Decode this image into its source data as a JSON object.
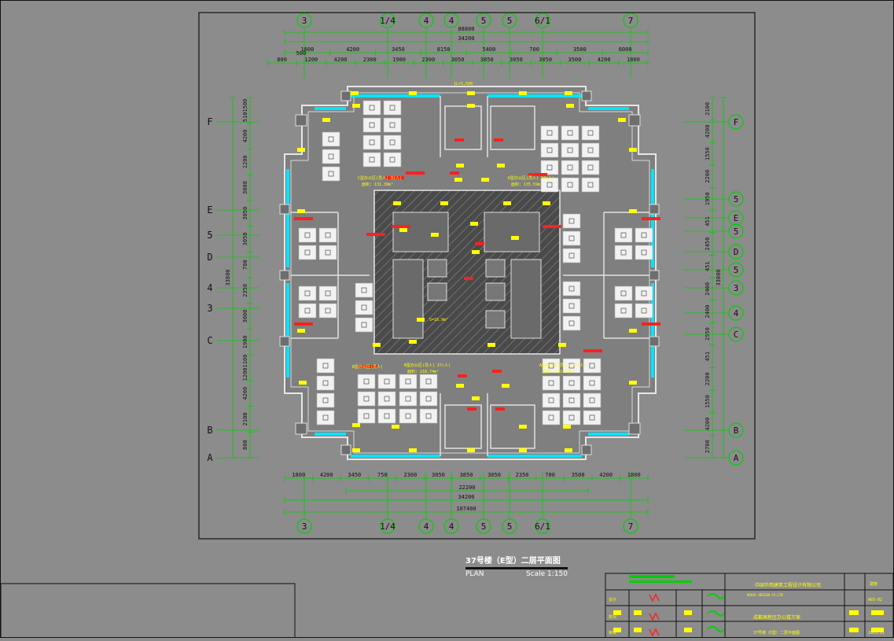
{
  "drawing": {
    "title": "37号楼（E型）二层平面图",
    "subtitle": "PLAN",
    "scale": "Scale 1:150"
  },
  "colors": {
    "background": "#8c8c8c",
    "frame": "#111111",
    "axis_green": "#00d000",
    "wall": "#e6e6e6",
    "glazing": "#00e5ff",
    "furniture": "#f2f2f2",
    "tag_yellow": "#ffff00",
    "tag_red": "#ff0000",
    "core_hatch": "#555555"
  },
  "grid": {
    "columns": [
      "3",
      "1/4",
      "4",
      "4",
      "5",
      "5",
      "6/1",
      "7"
    ],
    "rows_left": [
      "F",
      "E",
      "5",
      "D",
      "4",
      "3",
      "C",
      "B",
      "A"
    ],
    "rows_right": [
      "F",
      "5",
      "E",
      "5",
      "D",
      "5",
      "3",
      "4",
      "C",
      "B",
      "A"
    ]
  },
  "dimensions": {
    "top_total": "88800",
    "top_overall": "34200",
    "top_row1": [
      "1800",
      "4200",
      "3450",
      "8150",
      "5400",
      "700",
      "3500",
      "6000"
    ],
    "top_row2": [
      "800",
      "1200",
      "4200",
      "2300",
      "1900",
      "2300",
      "3050",
      "3850",
      "3050",
      "3050",
      "3500",
      "4200",
      "1800"
    ],
    "top_small": "500",
    "bottom_row1": [
      "1800",
      "4200",
      "3450",
      "750",
      "2300",
      "3050",
      "3850",
      "3050",
      "2350",
      "700",
      "3500",
      "4200",
      "1800"
    ],
    "bottom_inner": "22200",
    "bottom_overall": "34200",
    "bottom_total": "107400",
    "left_segments": [
      "5101500",
      "4200",
      "1200",
      "3000",
      "3050",
      "3050",
      "700",
      "2350",
      "3000",
      "1900",
      "12001100",
      "4200",
      "2100",
      "800"
    ],
    "left_total": "33800",
    "right_segments": [
      "2100",
      "4200",
      "1550",
      "2200",
      "1950",
      "451",
      "2450",
      "451",
      "2400",
      "2400",
      "2550",
      "451",
      "2200",
      "1550",
      "4200",
      "2700"
    ],
    "right_total": "33800"
  },
  "floor_labels": {
    "office_nw": "C型办公区(员人) 9(人)",
    "office_ne": "D型办公区(员人) 18(人)",
    "office_sw": "B型办公区(员人)",
    "office_s": "B型办公区(员人) 27(人)",
    "office_se": "A型办公区(员人) 21(人)",
    "area_nw": "面积: 131.39m²",
    "area_ne": "面积: 135.59m²",
    "area_s": "面积: 218.74m²",
    "area_se": "面积: 103.37m²",
    "stair_tag": "1L=1,500",
    "core_area": "S=16.9m²"
  },
  "title_block": {
    "company": "中国华西建筑工程设计有限公司",
    "company_en": "HUAXI DESIGN CO.LTD",
    "project": "成都高新区办公楼方案",
    "sheet": "37号楼（E型）二层平面图",
    "f1": "设计",
    "f2": "校对",
    "f3": "审核",
    "code1": "建施",
    "code2": "A03-02",
    "date": "2013.11"
  }
}
